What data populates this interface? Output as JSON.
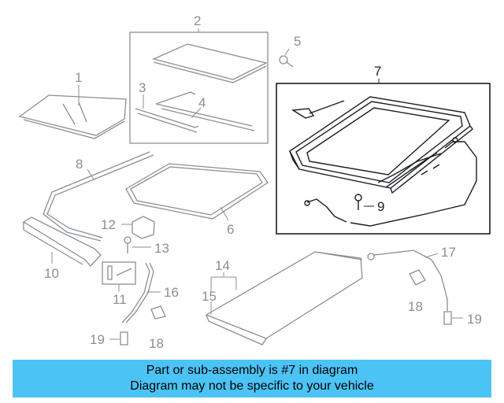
{
  "callouts": {
    "c1": "1",
    "c2": "2",
    "c3": "3",
    "c4": "4",
    "c5": "5",
    "c6": "6",
    "c7": "7",
    "c8": "8",
    "c9": "9",
    "c10": "10",
    "c11": "11",
    "c12": "12",
    "c13": "13",
    "c14": "14",
    "c15": "15",
    "c16": "16",
    "c17": "17",
    "c18a": "18",
    "c18b": "18",
    "c19a": "19",
    "c19b": "19"
  },
  "banner": {
    "line1": "Part or sub-assembly is #7 in diagram",
    "line2": "Diagram may not be specific to your vehicle"
  },
  "colors": {
    "banner_bg": "#4cc3f5",
    "part_gray": "#8a8f96",
    "highlight_dark": "#1a1d22"
  }
}
